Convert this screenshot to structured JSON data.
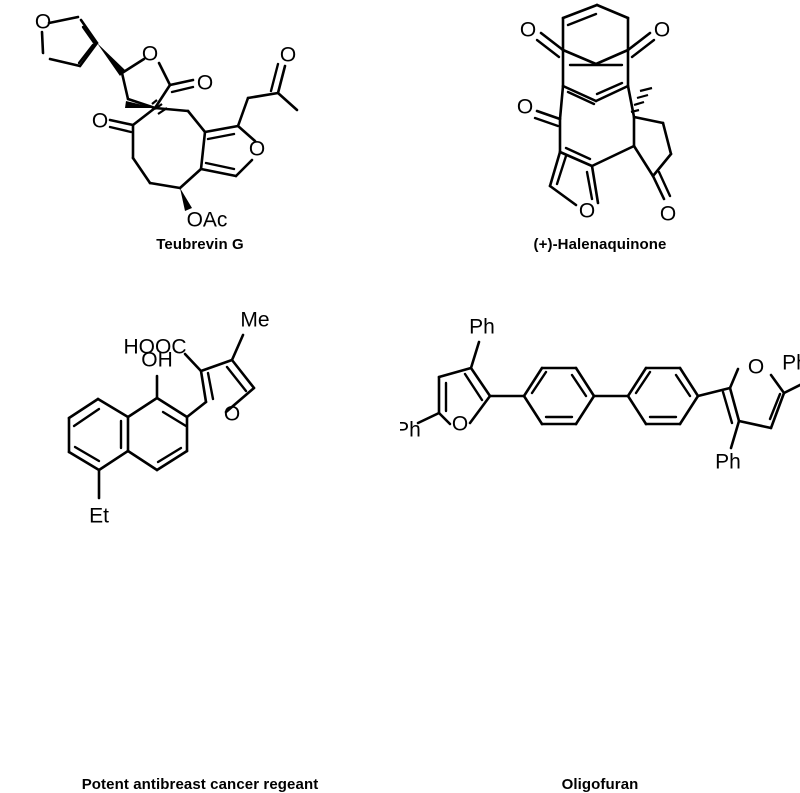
{
  "figure": {
    "background_color": "#ffffff",
    "line_color": "#000000",
    "description": "Four furan-containing chemical structures arranged in a 2x2 grid with bold captions"
  },
  "panels": [
    {
      "id": "teubrevin-g",
      "position": "top-left",
      "caption": "Teubrevin G",
      "atom_labels": [
        "O",
        "O",
        "O",
        "O",
        "O",
        "O",
        "OAc"
      ],
      "features": [
        "3-furyl group",
        "gamma-butyrolactone",
        "cyclooctanone ring",
        "fused furan",
        "acetonyl side chain",
        "acetate ester (OAc)",
        "bold wedge stereobond",
        "hashed wedge stereobond"
      ]
    },
    {
      "id": "halenaquinone",
      "position": "top-right",
      "caption": "(+)-Halenaquinone",
      "atom_labels": [
        "O",
        "O",
        "O",
        "O",
        "O"
      ],
      "features": [
        "para-quinone ring",
        "aromatic naphthalene core",
        "angular pentacyclic framework",
        "fused furan ring",
        "cyclohexanone ring",
        "quaternary methyl on hashed wedge"
      ]
    },
    {
      "id": "antibreast-cancer-reagent",
      "position": "bottom-left",
      "caption": "Potent antibreast cancer regeant",
      "atom_labels": [
        "HOOC",
        "OH",
        "Me",
        "O",
        "Et"
      ],
      "features": [
        "naphthalene core",
        "phenolic OH",
        "carboxylic acid (HOOC)",
        "trisubstituted furan",
        "methyl substituent",
        "ethyl substituent"
      ]
    },
    {
      "id": "oligofuran",
      "position": "bottom-right",
      "caption": "Oligofuran",
      "atom_labels": [
        "Ph",
        "Ph",
        "O",
        "O",
        "Ph",
        "Ph"
      ],
      "features": [
        "two terminal diphenyl furan rings",
        "central biphenyl linker",
        "conjugated oligomer backbone"
      ]
    }
  ]
}
